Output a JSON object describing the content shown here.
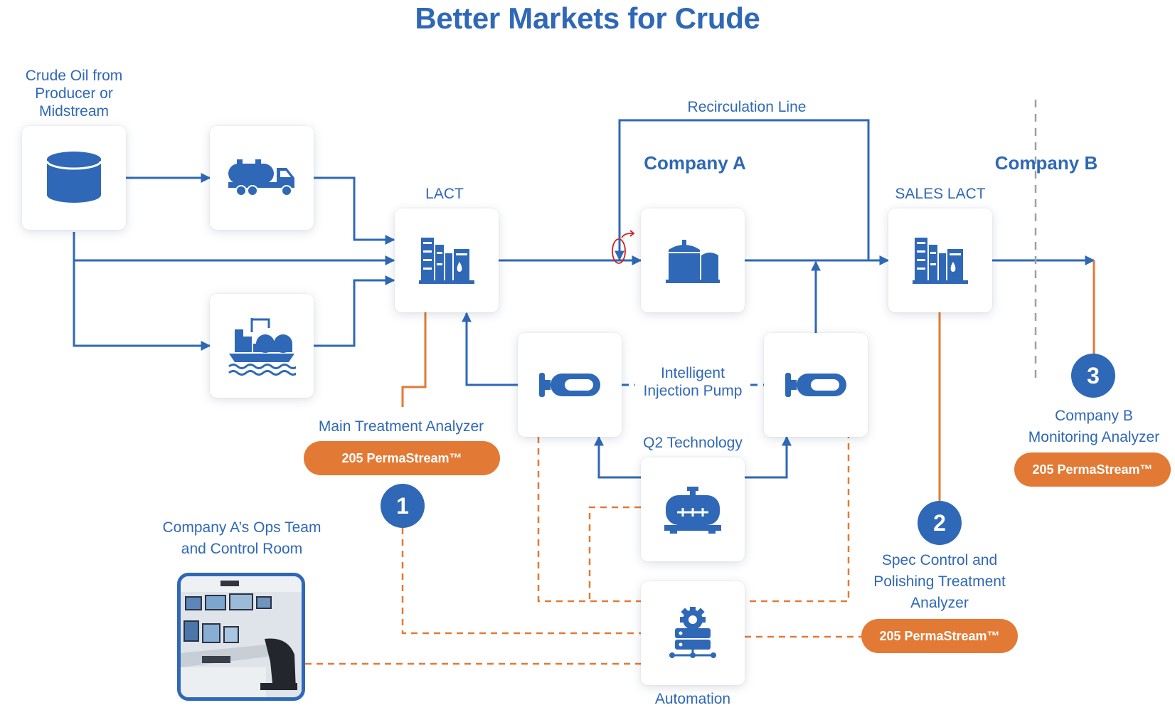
{
  "title": "Better Markets for Crude",
  "colors": {
    "primary": "#2f68b6",
    "accent": "#e27a35",
    "card_shadow": "#d6dbe3"
  },
  "labels": {
    "source_line1": "Crude Oil from",
    "source_line2": "Producer or",
    "source_line3": "Midstream",
    "lact": "LACT",
    "recirculation": "Recirculation Line",
    "company_a": "Company A",
    "company_b": "Company B",
    "sales_lact": "SALES LACT",
    "pump_line1": "Intelligent",
    "pump_line2": "Injection Pump",
    "q2": "Q2 Technology",
    "main_analyzer": "Main Treatment Analyzer",
    "ops_line1": "Company A’s Ops Team",
    "ops_line2": "and Control Room",
    "spec_line1": "Spec Control and",
    "spec_line2": "Polishing Treatment",
    "spec_line3": "Analyzer",
    "monitor_line1": "Company B",
    "monitor_line2": "Monitoring Analyzer",
    "automation": "Automation"
  },
  "products": {
    "main": "205 PermaStream™",
    "spec": "205 PermaStream™",
    "monitor": "205 PermaStream™"
  },
  "badges": {
    "one": "1",
    "two": "2",
    "three": "3"
  },
  "icons": {
    "source": "storage-tank-icon",
    "truck": "tanker-truck-icon",
    "ship": "tanker-ship-icon",
    "lact": "lact-unit-icon",
    "tank": "storage-tanks-icon",
    "sales_lact": "lact-unit-icon",
    "pump_left": "injection-pump-icon",
    "pump_right": "injection-pump-icon",
    "q2": "chemical-tote-icon",
    "automation": "automation-gear-icon"
  }
}
